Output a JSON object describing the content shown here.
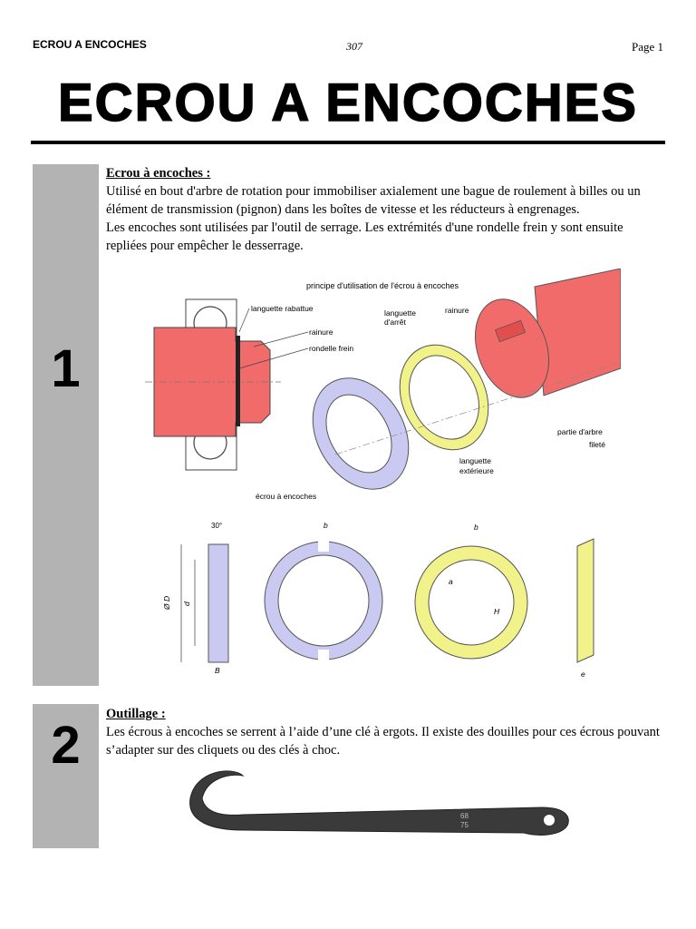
{
  "header": {
    "left": "ECROU A ENCOCHES",
    "center": "307",
    "right": "Page 1"
  },
  "title": "ECROU A ENCOCHES",
  "sections": [
    {
      "number": "1",
      "heading": "Ecrou à encoches :",
      "paragraph1": "Utilisé en bout d'arbre de rotation pour immobiliser axialement une bague de roulement à billes ou un élément de transmission (pignon) dans les boîtes de vitesse et les réducteurs à engrenages.",
      "paragraph2": "Les encoches sont utilisées par l'outil de serrage. Les extrémités d'une rondelle frein y sont ensuite repliées pour empêcher le desserrage."
    },
    {
      "number": "2",
      "heading": "Outillage :",
      "paragraph1": "Les écrous à encoches se serrent à l’aide d’une clé à ergots. Il existe des douilles pour ces écrous pouvant s’adapter sur des cliquets ou des clés à choc."
    }
  ],
  "figure": {
    "caption": "principe d'utilisation de l'écrou à encoches",
    "labels": {
      "languette_rabattue": "languette rabattue",
      "rainure_left": "rainure",
      "rondelle_frein": "rondelle frein",
      "languette_arret_1": "languette",
      "languette_arret_2": "d'arrêt",
      "rainure_right": "rainure",
      "partie_arbre_1": "partie d'arbre",
      "partie_arbre_2": "fileté",
      "ecrou": "écrou à encoches",
      "languette_ext_1": "languette",
      "languette_ext_2": "extérieure",
      "angle": "30°",
      "dim_b1": "b",
      "dim_b2": "b",
      "dim_a": "a",
      "dim_H": "H",
      "dim_D": "Ø D",
      "dim_d": "d",
      "dim_B": "B",
      "dim_e": "e",
      "wrench_mark_1": "68",
      "wrench_mark_2": "75"
    }
  },
  "colors": {
    "shaft": "#f26b6b",
    "nut": "#c9c9f2",
    "washer": "#f2f28a",
    "sidebar": "#b3b3b3"
  }
}
